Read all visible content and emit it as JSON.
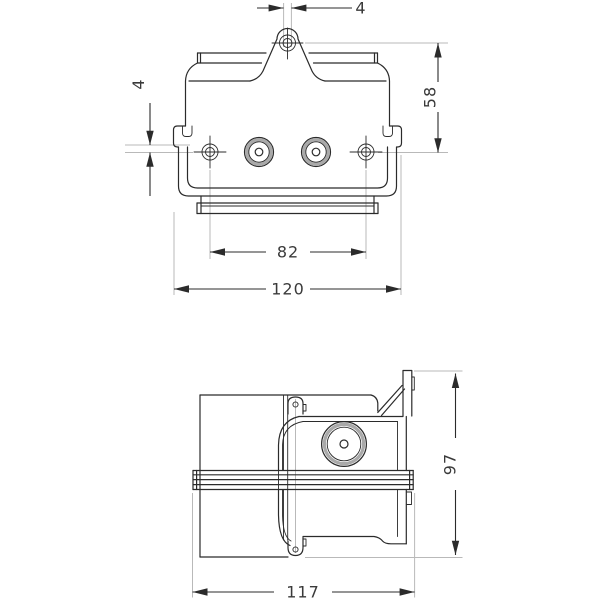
{
  "drawing": {
    "type": "two-view technical dimension drawing of an enclosure",
    "views": {
      "front": {
        "dims": {
          "slot_width_top": "4",
          "hole_offset_left": "4",
          "top_hole_to_centerline": "58",
          "mounting_hole_spacing": "82",
          "overall_width": "120"
        }
      },
      "side": {
        "dims": {
          "overall_height": "97",
          "overall_depth": "117"
        }
      }
    },
    "colors": {
      "background": "#ffffff",
      "line": "#2b2b2b",
      "extension_line": "#b9b9b9",
      "ring_gray": "#a9a9a9",
      "text": "#3a3a3a"
    }
  }
}
